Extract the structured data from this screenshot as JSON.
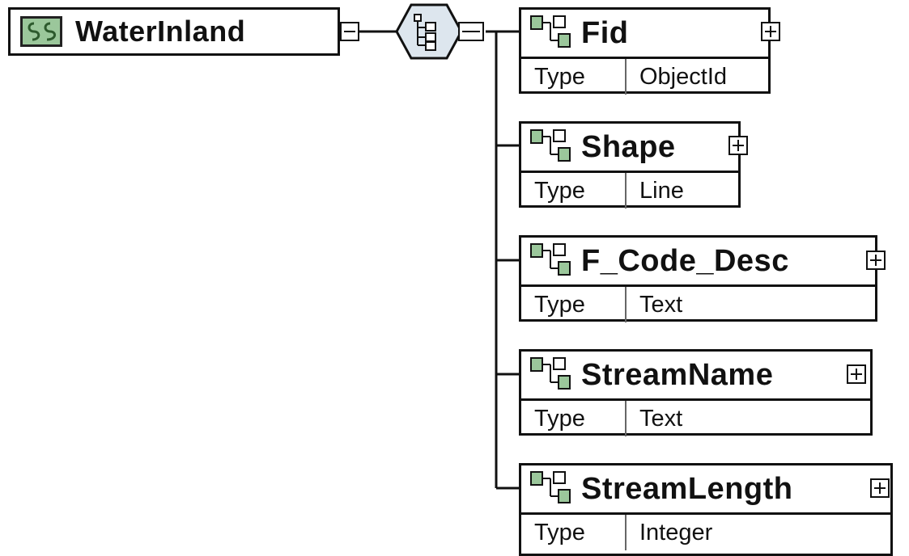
{
  "root": {
    "title": "WaterInland",
    "icon": "feature-class-icon"
  },
  "sequence": {
    "icon": "sequence-compositor-icon"
  },
  "fields": [
    {
      "name": "Fid",
      "type_label": "Type",
      "type_value": "ObjectId"
    },
    {
      "name": "Shape",
      "type_label": "Type",
      "type_value": "Line"
    },
    {
      "name": "F_Code_Desc",
      "type_label": "Type",
      "type_value": "Text"
    },
    {
      "name": "StreamName",
      "type_label": "Type",
      "type_value": "Text"
    },
    {
      "name": "StreamLength",
      "type_label": "Type",
      "type_value": "Integer"
    }
  ],
  "colors": {
    "icon_green": "#9bc79b",
    "compositor_fill": "#dde6ee",
    "line": "#111111"
  }
}
